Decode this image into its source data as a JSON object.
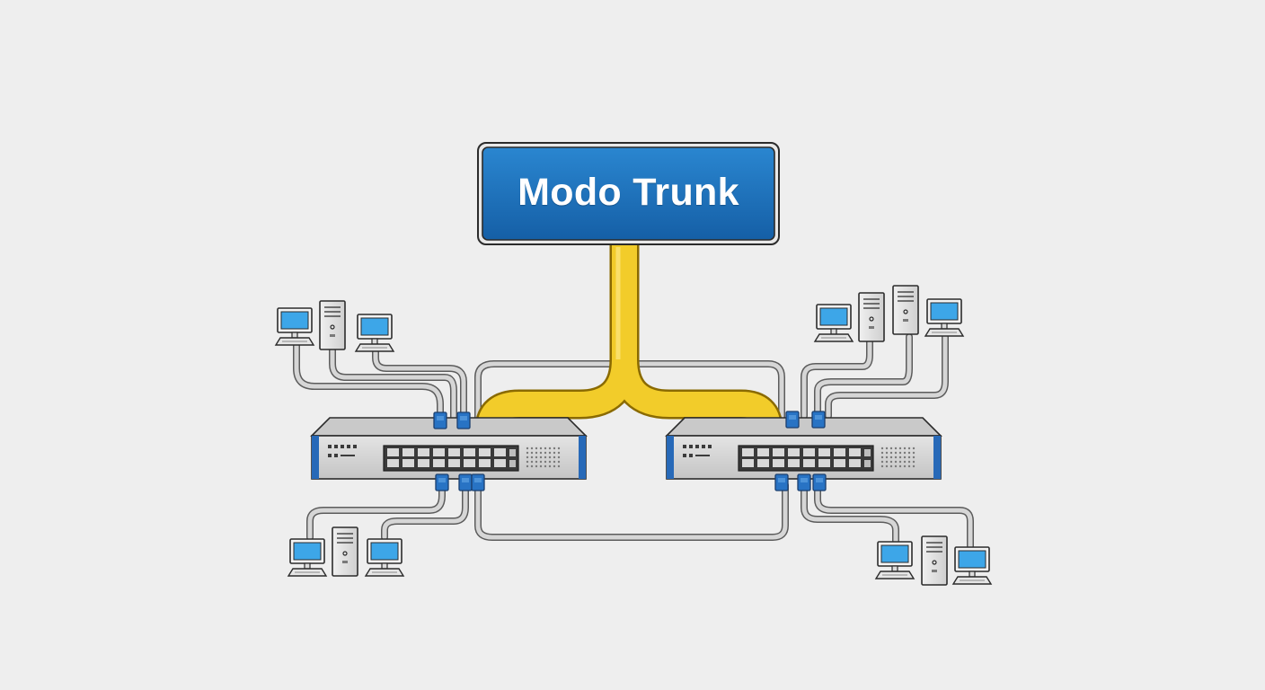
{
  "title": "Modo Trunk",
  "colors": {
    "background": "#eeeeee",
    "banner_fill": "#1d6fb8",
    "banner_border": "#2b2b2b",
    "trunk_cable": "#f2cc2a",
    "access_cable": "#d6d6d6",
    "switch_body": "#d4d4d4",
    "switch_accent": "#2769b8",
    "screen": "#3da6e8",
    "port_connector": "#2873c4"
  },
  "switches": [
    {
      "id": "left",
      "panel_text": "",
      "icon": "network-switch-icon"
    },
    {
      "id": "right",
      "panel_text": "",
      "icon": "network-switch-icon"
    }
  ]
}
